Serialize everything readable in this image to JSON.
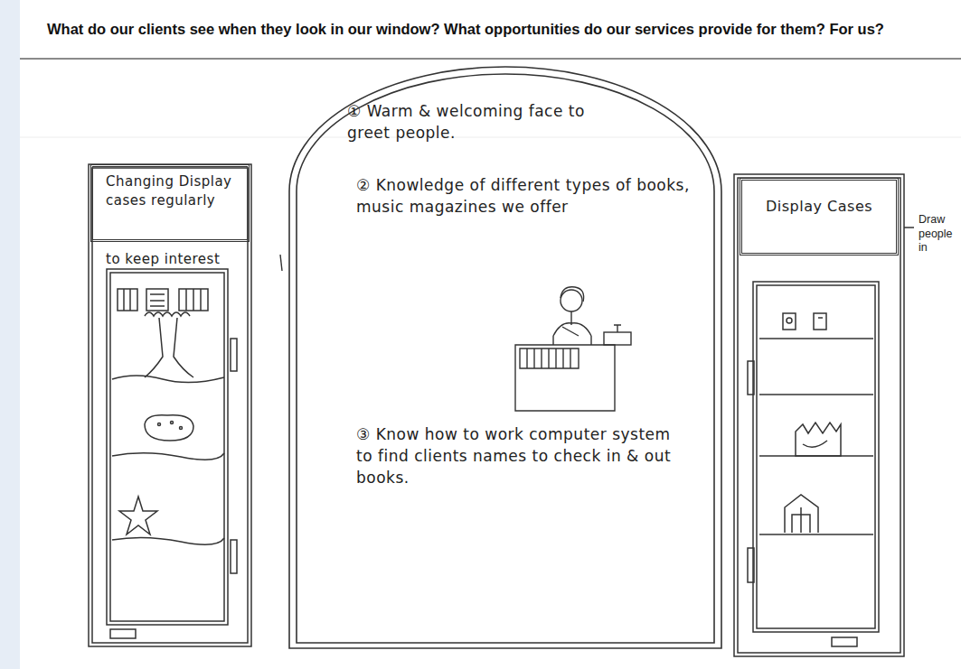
{
  "diagram": {
    "title": "What do our clients see when they look in our window? What opportunities do our services provide for them? For us?",
    "nodes": [
      {
        "text": [
          "Changing Display cases regularly",
          "to keep interest"
        ]
      },
      {
        "text": [
          "① Warm & welcoming face to greet people.",
          "② Knowledge of different types of books, music magazines we offer",
          "③ Know how to work computer system to find clients names to check in & out books."
        ]
      },
      {
        "text": [
          "Display Cases"
        ]
      }
    ],
    "labels": [
      "Draw people in"
    ]
  }
}
